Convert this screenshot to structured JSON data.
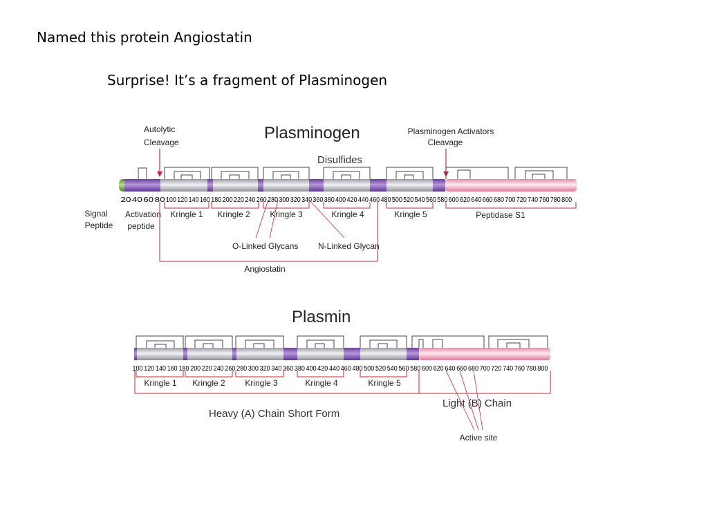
{
  "slide": {
    "line1": "Named this protein Angiostatin",
    "line2": "Surprise!  It’s a fragment of Plasminogen"
  },
  "plasminogen": {
    "title": "Plasminogen",
    "autolytic_label": [
      "Autolytic",
      "Cleavage"
    ],
    "activators_label": [
      "Plasminogen Activators",
      "Cleavage"
    ],
    "disulfides_label": "Disulfides",
    "signal_label": [
      "Signal",
      "Peptide"
    ],
    "activation_label": [
      "Activation",
      "peptide"
    ],
    "domains": [
      {
        "key": "k1",
        "label": "Kringle 1"
      },
      {
        "key": "k2",
        "label": "Kringle 2"
      },
      {
        "key": "k3",
        "label": "Kringle 3"
      },
      {
        "key": "k4",
        "label": "Kringle 4"
      },
      {
        "key": "k5",
        "label": "Kringle 5"
      },
      {
        "key": "ps1",
        "label": "Peptidase S1"
      }
    ],
    "o_glycans_label": "O-Linked Glycans",
    "n_glycan_label": "N-Linked Glycan",
    "angiostatin_label": "Angiostatin",
    "ticks": [
      "20",
      "40",
      "60",
      "80",
      "100",
      "120",
      "140",
      "160",
      "180",
      "200",
      "220",
      "240",
      "260",
      "280",
      "300",
      "320",
      "340",
      "360",
      "380",
      "400",
      "420",
      "440",
      "460",
      "480",
      "500",
      "520",
      "540",
      "560",
      "580",
      "600",
      "620",
      "640",
      "660",
      "680",
      "700",
      "720",
      "740",
      "760",
      "780",
      "800"
    ]
  },
  "plasmin": {
    "title": "Plasmin",
    "domains": [
      {
        "key": "k1",
        "label": "Kringle 1"
      },
      {
        "key": "k2",
        "label": "Kringle 2"
      },
      {
        "key": "k3",
        "label": "Kringle 3"
      },
      {
        "key": "k4",
        "label": "Kringle 4"
      },
      {
        "key": "k5",
        "label": "Kringle 5"
      }
    ],
    "heavy_chain_label": "Heavy (A) Chain Short Form",
    "light_chain_label": "Light (B) Chain",
    "active_site_label": "Active site",
    "ticks": [
      "100",
      "120",
      "140",
      "160",
      "180",
      "200",
      "220",
      "240",
      "260",
      "280",
      "300",
      "320",
      "340",
      "360",
      "380",
      "400",
      "420",
      "440",
      "460",
      "480",
      "500",
      "520",
      "540",
      "560",
      "580",
      "600",
      "620",
      "640",
      "660",
      "680",
      "700",
      "720",
      "740",
      "760",
      "780",
      "800"
    ]
  },
  "colors": {
    "bar_purple": "#8b62b8",
    "bar_light_purple": "#c8b6e0",
    "bar_gray": "#c9c9cf",
    "bar_pink": "#f4c4d6",
    "signal_green": "#6fae3a",
    "bracket_red": "#c0283a",
    "line_gray": "#333333"
  }
}
